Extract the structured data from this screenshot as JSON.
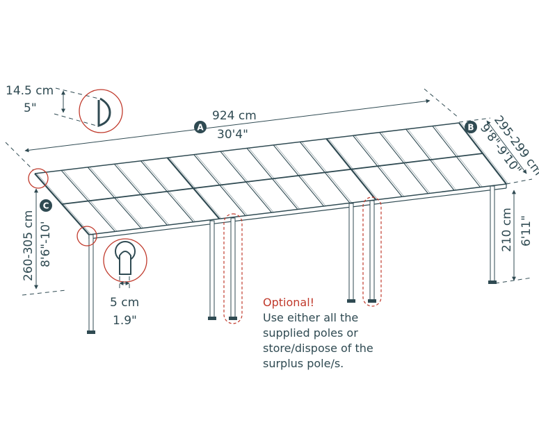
{
  "dimensions": {
    "gutter_height_cm": "14.5 cm",
    "gutter_height_in": "5\"",
    "length_cm": "924 cm",
    "length_in": "30'4\"",
    "depth_cm": "295-299 cm",
    "depth_in": "9'8\"-9'10\"",
    "front_height_cm": "210 cm",
    "front_height_in": "6'11\"",
    "wall_height_cm": "260-305 cm",
    "wall_height_in": "8'6\"-10'",
    "post_width_cm": "5 cm",
    "post_width_in": "1.9\""
  },
  "badges": {
    "a": "A",
    "b": "B",
    "c": "C"
  },
  "note": {
    "title": "Optional!",
    "lines": [
      "Use either all the",
      "supplied poles or",
      "store/dispose of the",
      "surplus pole/s."
    ]
  },
  "colors": {
    "line": "#2f4a52",
    "accent": "#c0392b"
  },
  "roof": {
    "rafter_count": 16
  }
}
